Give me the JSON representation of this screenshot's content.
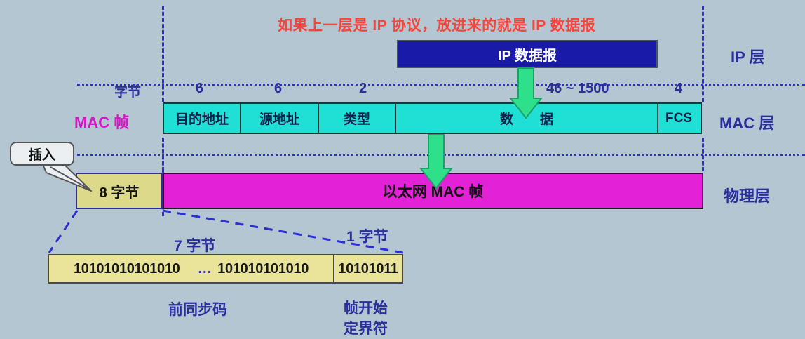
{
  "annotation": {
    "ip_note": "如果上一层是 IP 协议，放进来的就是 IP 数据报"
  },
  "layers": {
    "ip": "IP 层",
    "mac": "MAC 层",
    "physical": "物理层"
  },
  "row_labels": {
    "byte_label": "字节",
    "mac_frame_label": "MAC 帧",
    "insert_callout": "插入"
  },
  "ip_datagram": {
    "label": "IP 数据报"
  },
  "mac_frame": {
    "byte_counts": [
      "6",
      "6",
      "2",
      "46 ~ 1500",
      "4"
    ],
    "fields": [
      {
        "name": "目的地址",
        "bytes": "6"
      },
      {
        "name": "源地址",
        "bytes": "6"
      },
      {
        "name": "类型",
        "bytes": "2"
      },
      {
        "name": "数　　据",
        "bytes": "46 ~ 1500"
      },
      {
        "name": "FCS",
        "bytes": "4"
      }
    ]
  },
  "physical_layer": {
    "preamble_block": "8 字节",
    "frame_label": "以太网 MAC 帧"
  },
  "preamble_detail": {
    "size_labels": {
      "preamble": "7 字节",
      "sfd": "1 字节"
    },
    "preamble_bits_left": "10101010101010",
    "preamble_ellipsis": "...",
    "preamble_bits_right": "101010101010",
    "sfd_bits": "10101011",
    "names": {
      "preamble": "前同步码",
      "sfd_line1": "帧开始",
      "sfd_line2": "定界符"
    }
  },
  "colors": {
    "background": "#b3c6d2",
    "ip_box": "#1a1aa8",
    "mac_cell": "#20e0d6",
    "eth_frame": "#e321d6",
    "preamble": "#ddd98a",
    "bit_cell": "#e9e49a",
    "label_blue": "#2b2f9e",
    "label_magenta": "#d916c6",
    "note_red": "#f8443a",
    "arrow_green": "#2fe08a",
    "dash_blue": "#2b2fd4"
  }
}
